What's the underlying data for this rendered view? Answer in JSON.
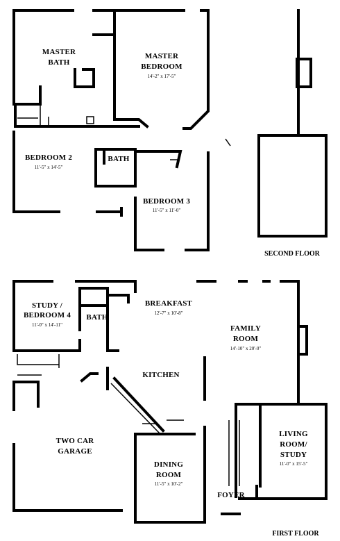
{
  "rooms": {
    "master_bath": [
      "MASTER",
      "BATH"
    ],
    "master_bedroom": [
      "MASTER",
      "BEDROOM"
    ],
    "master_bedroom_dim": "14'-2\" x 17'-5\"",
    "bedroom2": "BEDROOM 2",
    "bedroom2_dim": "11'-5\" x 14'-5\"",
    "bath_upper": "BATH",
    "bedroom3": "BEDROOM 3",
    "bedroom3_dim": "11'-5\" x 11'-0\"",
    "study": [
      "STUDY /",
      "BEDROOM 4"
    ],
    "study_dim": "11'-0\" x 14'-11\"",
    "bath_lower": "BATH",
    "breakfast": "BREAKFAST",
    "breakfast_dim": "12'-7\" x 10'-8\"",
    "family": [
      "FAMILY",
      "ROOM"
    ],
    "family_dim": "14'-10\" x 20'-0\"",
    "kitchen": "KITCHEN",
    "garage": [
      "TWO CAR",
      "GARAGE"
    ],
    "dining": [
      "DINING",
      "ROOM"
    ],
    "dining_dim": "11'-5\" x 10'-2\"",
    "living": [
      "LIVING",
      "ROOM/",
      "STUDY"
    ],
    "living_dim": "11'-0\" x 15'-5\"",
    "foyer": "FOYER"
  },
  "floors": {
    "second": "SECOND FLOOR",
    "first": "FIRST FLOOR"
  }
}
